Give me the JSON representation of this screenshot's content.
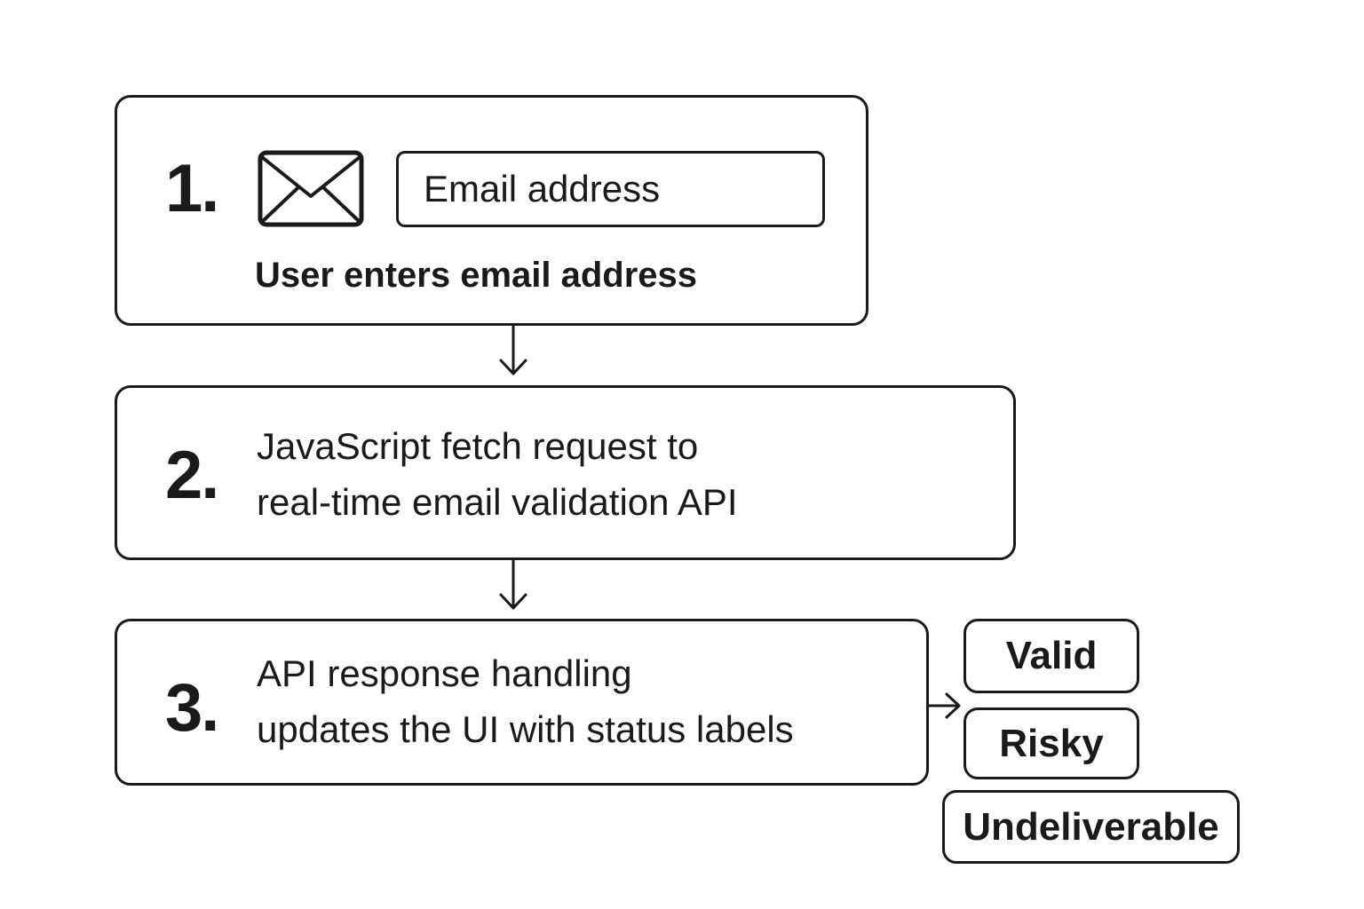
{
  "steps": [
    {
      "number": "1.",
      "input_placeholder": "Email address",
      "caption": "User enters email address",
      "icon": "envelope-icon"
    },
    {
      "number": "2.",
      "lines": [
        "JavaScript fetch request to",
        "real-time email validation API"
      ]
    },
    {
      "number": "3.",
      "lines": [
        "API response handling",
        "updates the UI with status labels"
      ]
    }
  ],
  "status_labels": [
    "Valid",
    "Risky",
    "Undeliverable"
  ]
}
